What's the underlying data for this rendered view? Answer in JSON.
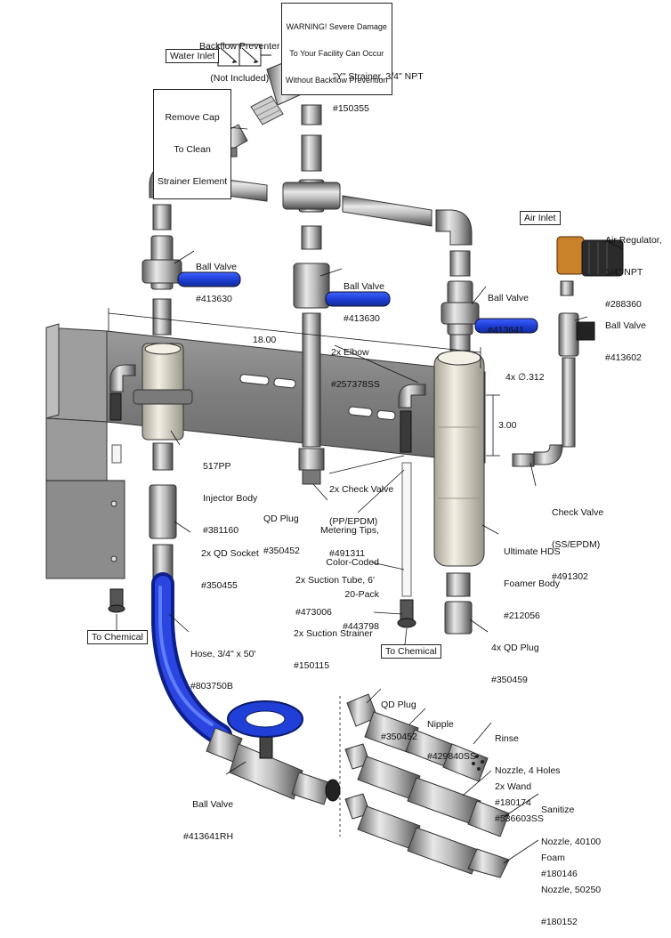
{
  "warning": [
    "WARNING! Severe Damage",
    "To Your Facility Can Occur",
    "Without Backflow Prevention"
  ],
  "callouts": {
    "backflow": [
      "Backflow Preventer",
      "(Not Included)"
    ],
    "water_inlet": "Water Inlet",
    "y_strainer": [
      "\"Y\" Strainer, 3/4\" NPT",
      "#150355"
    ],
    "remove_cap": [
      "Remove Cap",
      "To Clean",
      "Strainer Element"
    ],
    "ball_valve_left": [
      "Ball Valve",
      "#413630"
    ],
    "ball_valve_mid": [
      "Ball Valve",
      "#413630"
    ],
    "ball_valve_right": [
      "Ball Valve",
      "#413641"
    ],
    "air_inlet": "Air Inlet",
    "air_regulator": [
      "Air Regulator,",
      "1/4\" NPT",
      "#288360"
    ],
    "ball_valve_air": [
      "Ball Valve",
      "#413602"
    ],
    "elbow": [
      "2x Elbow",
      "#257378SS"
    ],
    "width_dim": "18.00",
    "hole_dim": "4x ∅.312",
    "height_dim": "3.00",
    "injector": [
      "517PP",
      "Injector Body",
      "#381160"
    ],
    "check_valve_pp": [
      "2x Check Valve",
      "(PP/EPDM)",
      "#491311"
    ],
    "qd_plug_mid": [
      "QD Plug",
      "#350452"
    ],
    "metering": [
      "Metering Tips,",
      "Color-Coded",
      "20-Pack",
      "#443798"
    ],
    "check_valve_ss": [
      "Check Valve",
      "(SS/EPDM)",
      "#491302"
    ],
    "qd_socket": [
      "2x QD Socket",
      "#350455"
    ],
    "foamer": [
      "Ultimate HDS",
      "Foamer Body",
      "#212056"
    ],
    "suction_tube": [
      "2x Suction Tube, 6'",
      "#473006"
    ],
    "suction_strainer": [
      "2x Suction Strainer",
      "#150115"
    ],
    "to_chemical_left": "To Chemical",
    "to_chemical_mid": "To Chemical",
    "qd_plug_4x": [
      "4x QD Plug",
      "#350459"
    ],
    "hose": [
      "Hose, 3/4\" x 50'",
      "#803750B"
    ],
    "qd_plug_lower": [
      "QD Plug",
      "#350452"
    ],
    "nipple": [
      "Nipple",
      "#429840SS"
    ],
    "rinse": [
      "Rinse",
      "Nozzle, 4 Holes",
      "#180174"
    ],
    "wand": [
      "2x Wand",
      "#536603SS"
    ],
    "ball_valve_rh": [
      "Ball Valve",
      "#413641RH"
    ],
    "sanitize": [
      "Sanitize",
      "Nozzle, 40100",
      "#180146"
    ],
    "foam": [
      "Foam",
      "Nozzle, 50250",
      "#180152"
    ]
  },
  "colors": {
    "handle_blue": "#1f3fd6",
    "hose_blue": "#1430c8",
    "steel_light": "#d9d9d9",
    "steel_dark": "#6e6e6e",
    "plate": "#8a8a8a",
    "body_cream": "#e7e3d6",
    "regulator_bronze": "#c9822a"
  }
}
